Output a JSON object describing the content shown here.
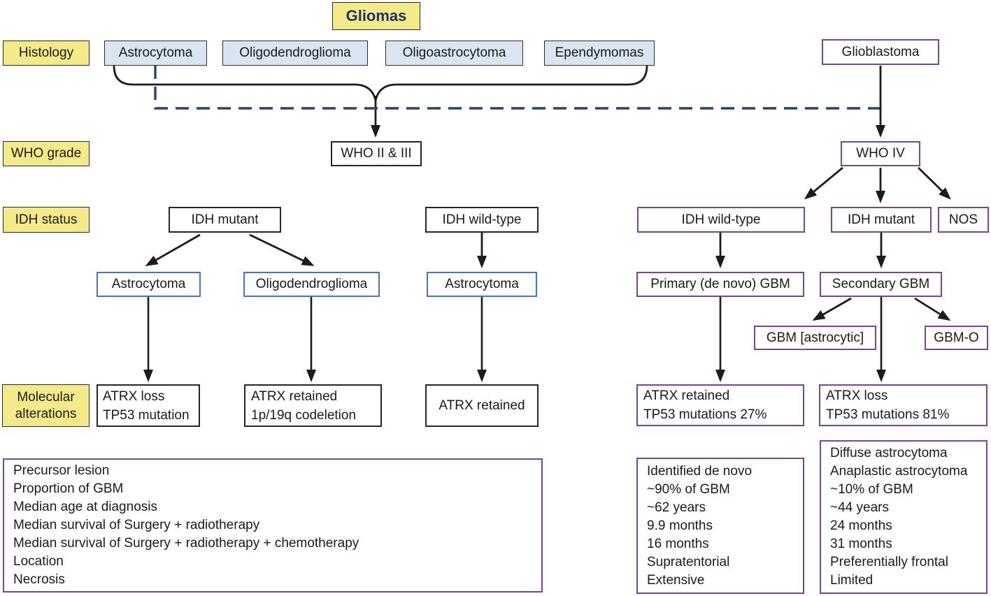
{
  "title": "Gliomas",
  "row_labels": {
    "histology": "Histology",
    "who_grade": "WHO grade",
    "idh_status": "IDH status",
    "molecular_line1": "Molecular",
    "molecular_line2": "alterations"
  },
  "histology": {
    "astrocytoma": "Astrocytoma",
    "oligodendroglioma": "Oligodendroglioma",
    "oligoastrocytoma": "Oligoastrocytoma",
    "ependymomas": "Ependymomas",
    "glioblastoma": "Glioblastoma"
  },
  "who": {
    "grade_2_3": "WHO II & III",
    "grade_4": "WHO IV"
  },
  "idh": {
    "mutant_left": "IDH mutant",
    "wildtype_left": "IDH wild-type",
    "wildtype_right": "IDH wild-type",
    "mutant_right": "IDH mutant",
    "nos": "NOS"
  },
  "subtype": {
    "astrocytoma_mutant": "Astrocytoma",
    "oligodendroglioma_mutant": "Oligodendroglioma",
    "astrocytoma_wildtype": "Astrocytoma",
    "primary_gbm": "Primary (de novo) GBM",
    "secondary_gbm": "Secondary GBM",
    "gbm_astrocytic": "GBM [astrocytic]",
    "gbm_o": "GBM-O"
  },
  "molecular": {
    "astro_mutant": [
      "ATRX loss",
      "TP53 mutation"
    ],
    "oligo_mutant": [
      "ATRX retained",
      "1p/19q codeletion"
    ],
    "astro_wildtype": "ATRX retained",
    "primary": [
      "ATRX retained",
      "TP53 mutations 27%"
    ],
    "secondary": [
      "ATRX loss",
      "TP53 mutations 81%"
    ]
  },
  "characteristics": {
    "legend": [
      "Precursor lesion",
      "Proportion of GBM",
      "Median age at diagnosis",
      "Median survival of Surgery + radiotherapy",
      "Median survival of Surgery + radiotherapy + chemotherapy",
      "Location",
      "Necrosis"
    ],
    "primary": [
      "Identified de novo",
      "~90% of GBM",
      "~62 years",
      "9.9 months",
      "16 months",
      "Supratentorial",
      "Extensive"
    ],
    "secondary": [
      "Diffuse astrocytoma",
      "Anaplastic astrocytoma",
      "~10% of GBM",
      "~44 years",
      "24 months",
      "31 months",
      "Preferentially frontal",
      "Limited"
    ]
  },
  "colors": {
    "label_fill": "#f5ea8a",
    "histology_fill": "#dbe5f2",
    "purple_border": "#7b4596",
    "blue_border": "#4477c2",
    "black_border": "#262626",
    "dashed_line": "#27436e",
    "title_text": "#1c3567",
    "arrow": "#1c1c1c"
  }
}
